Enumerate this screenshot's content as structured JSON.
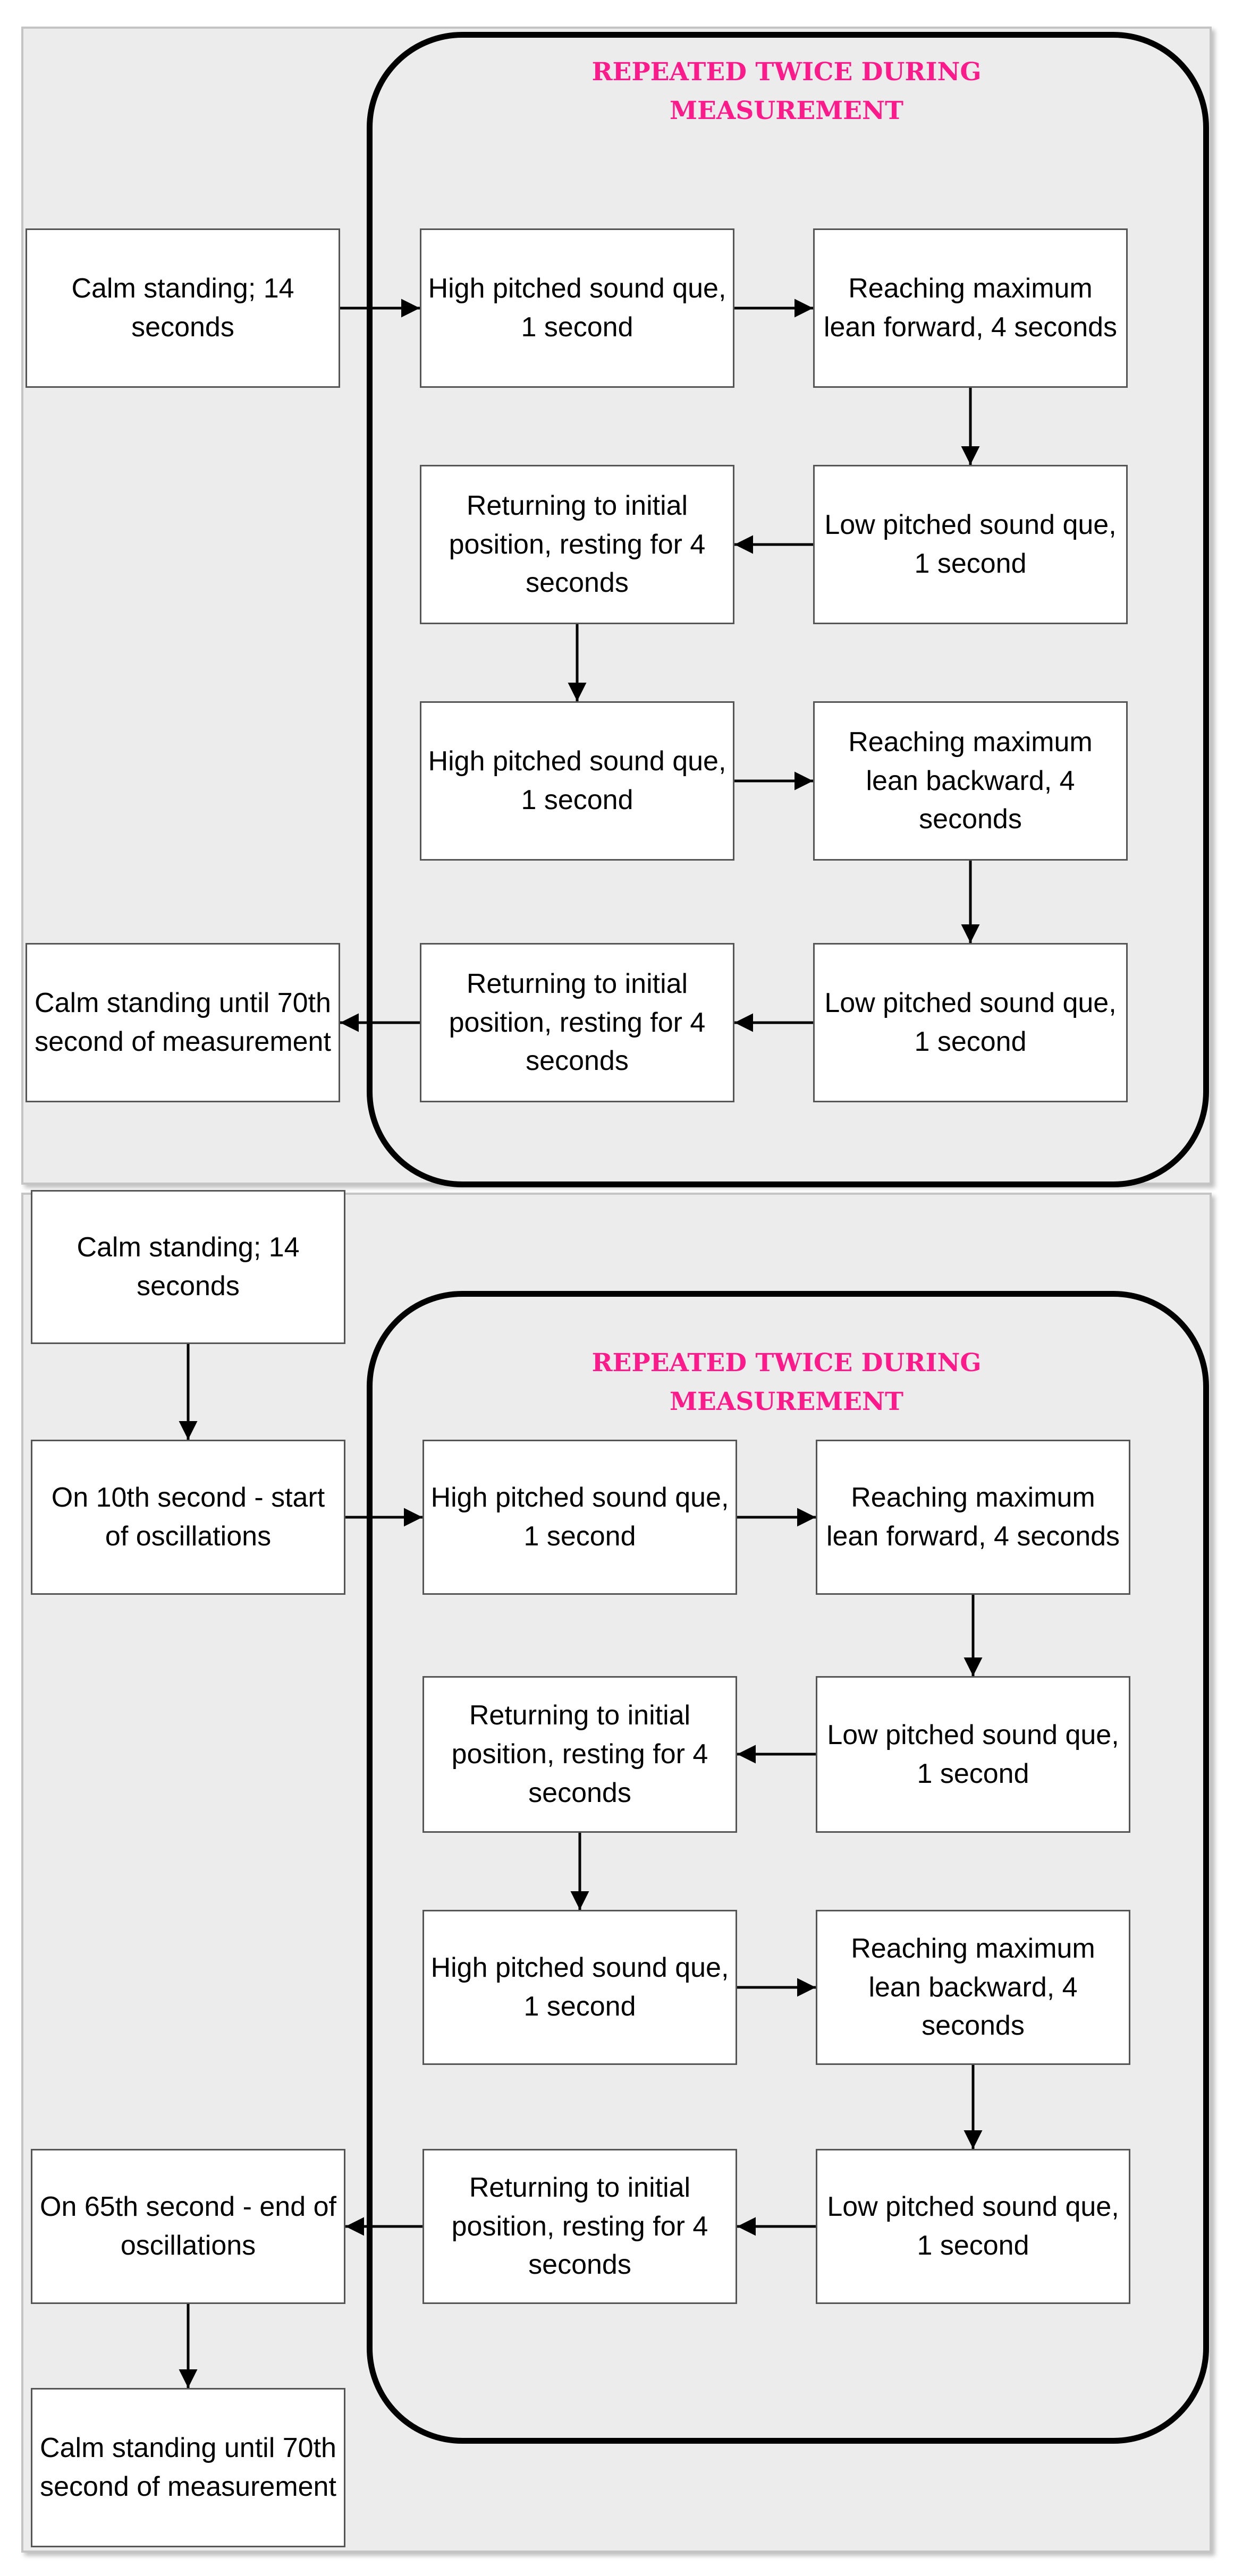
{
  "diagrams": [
    {
      "loop_title": "REPEATED TWICE DURING MEASUREMENT",
      "nodes": {
        "start": "Calm standing; 14 seconds",
        "high_1": "High pitched sound que, 1 second",
        "lean_forward": "Reaching maximum lean forward, 4 seconds",
        "low_1": "Low pitched sound que, 1 second",
        "return_1": "Returning to initial position, resting for 4 seconds",
        "high_2": "High pitched sound que, 1 second",
        "lean_backward": "Reaching maximum lean backward, 4 seconds",
        "low_2": "Low pitched sound que, 1 second",
        "return_2": "Returning to initial position, resting for 4 seconds",
        "end": "Calm standing until 70th second of measurement"
      }
    },
    {
      "loop_title": "REPEATED TWICE DURING MEASUREMENT",
      "nodes": {
        "start": "Calm standing; 14 seconds",
        "osc_start": "On 10th second - start of oscillations",
        "high_1": "High pitched sound que, 1 second",
        "lean_forward": "Reaching maximum lean forward, 4 seconds",
        "low_1": "Low pitched sound que, 1 second",
        "return_1": "Returning to initial position, resting for 4 seconds",
        "high_2": "High pitched sound que, 1 second",
        "lean_backward": "Reaching maximum lean backward, 4 seconds",
        "low_2": "Low pitched sound que, 1 second",
        "return_2": "Returning to initial position, resting for 4 seconds",
        "osc_end": "On 65th second - end of oscillations",
        "end": "Calm standing until 70th second of measurement"
      }
    }
  ]
}
